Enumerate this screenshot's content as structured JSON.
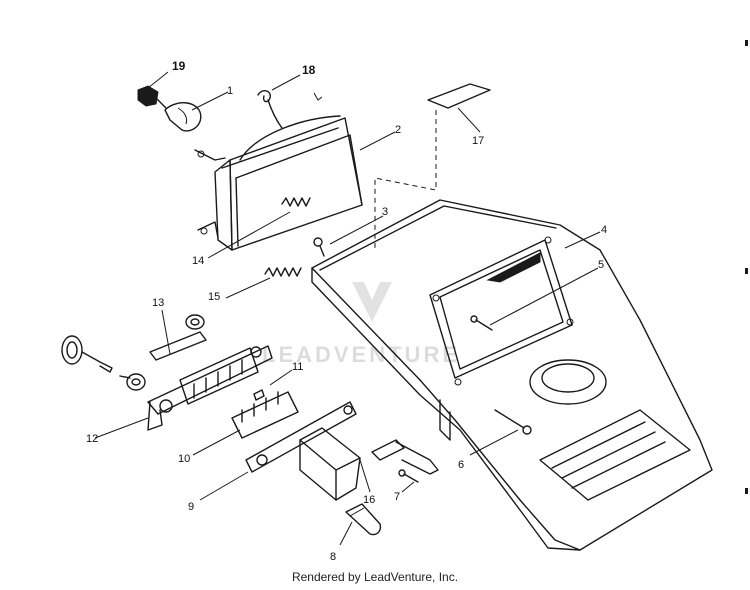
{
  "watermark": "LEADVENTURE",
  "footer_text": "Rendered by LeadVenture, Inc.",
  "callouts": {
    "c1": "1",
    "c2": "2",
    "c3": "3",
    "c4": "4",
    "c5": "5",
    "c6": "6",
    "c7": "7",
    "c8": "8",
    "c9": "9",
    "c10": "10",
    "c11": "11",
    "c12": "12",
    "c13": "13",
    "c14": "14",
    "c15": "15",
    "c16": "16",
    "c17": "17",
    "c18": "18",
    "c19": "19"
  }
}
